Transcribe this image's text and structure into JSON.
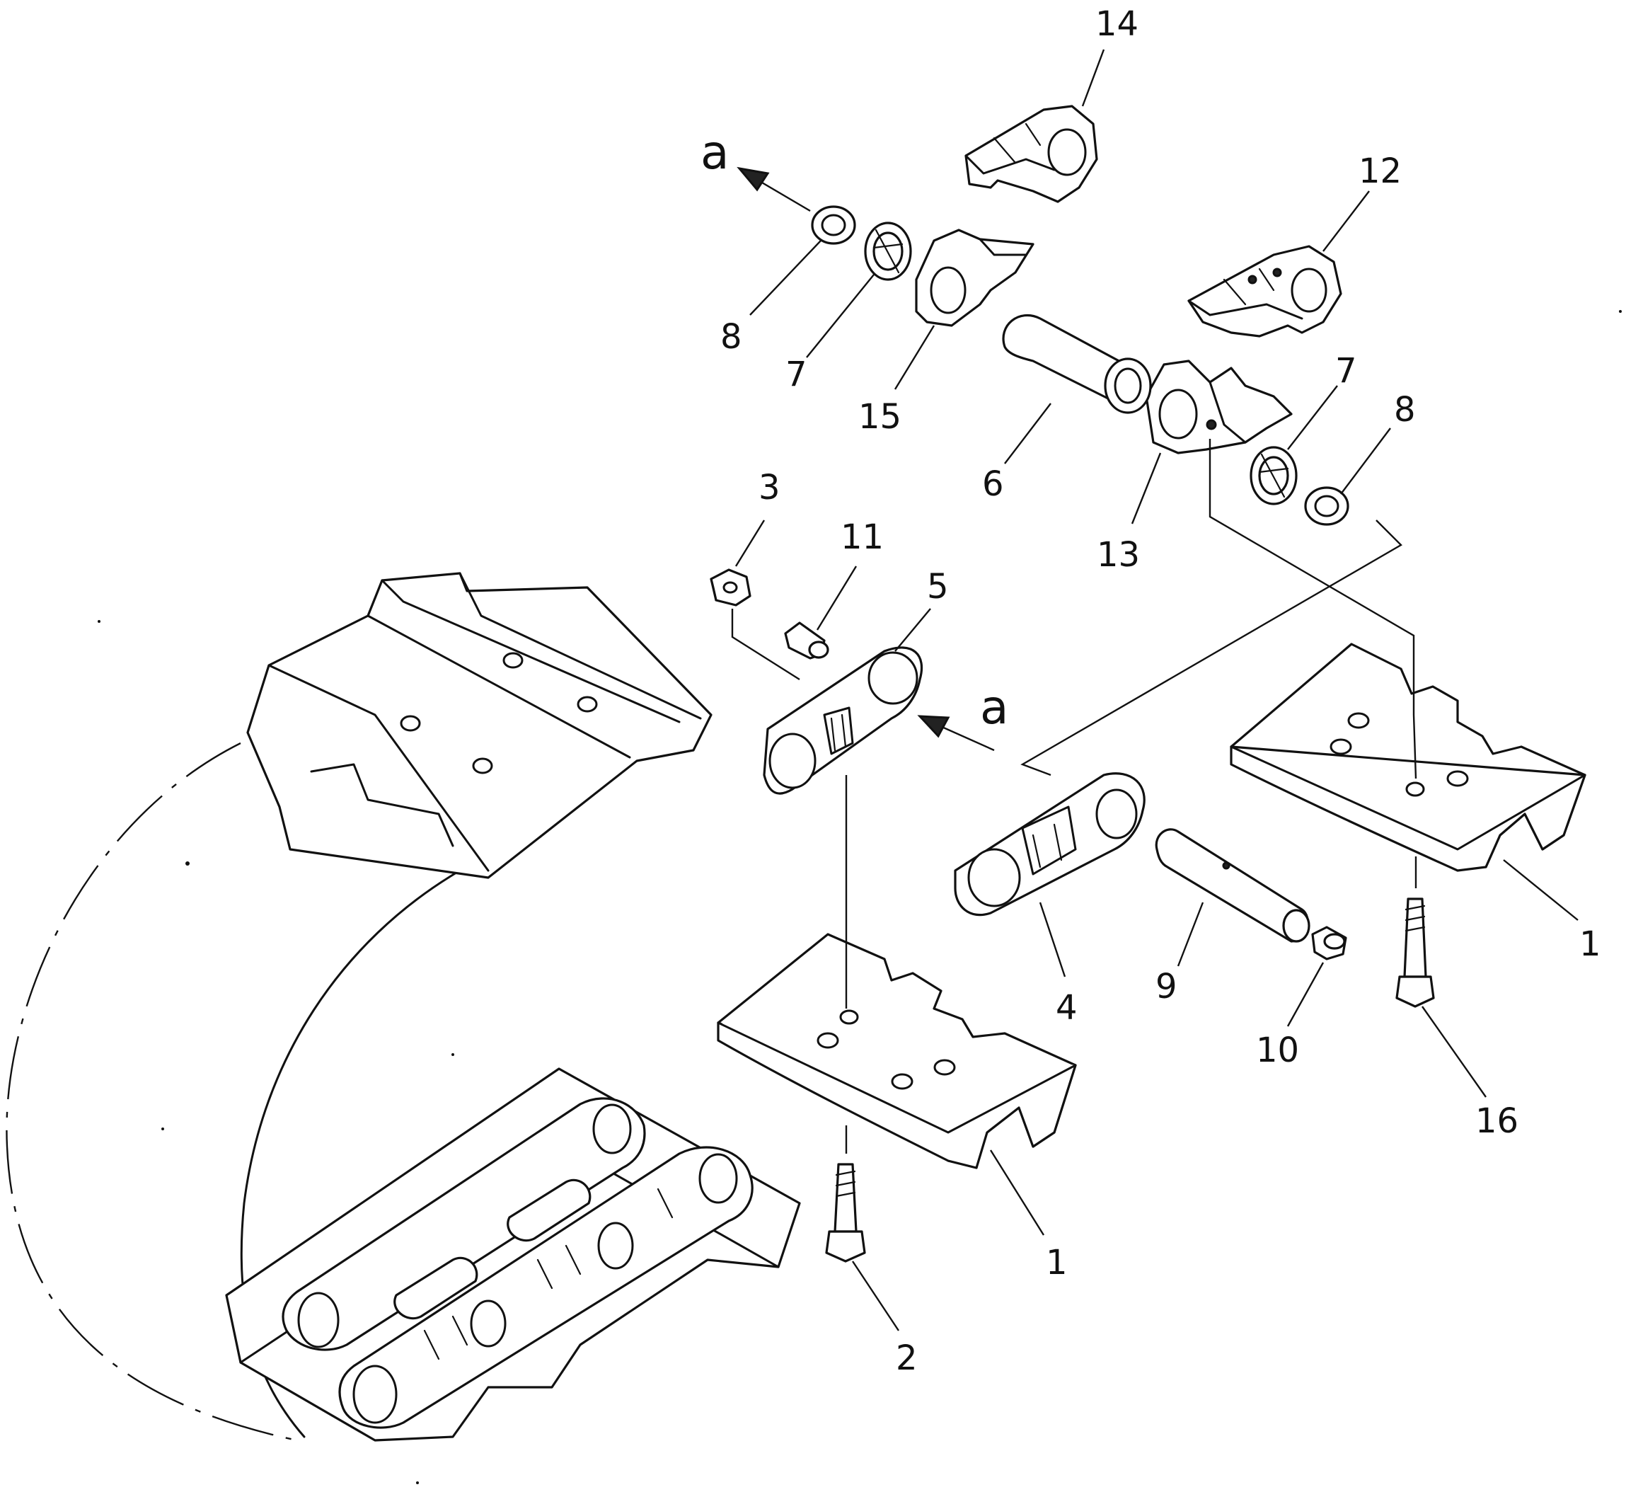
{
  "callouts": {
    "c1a": "1",
    "c1b": "1",
    "c2": "2",
    "c3": "3",
    "c4": "4",
    "c5": "5",
    "c6": "6",
    "c7a": "7",
    "c7b": "7",
    "c8a": "8",
    "c8b": "8",
    "c9": "9",
    "c10": "10",
    "c11": "11",
    "c12": "12",
    "c13": "13",
    "c14": "14",
    "c15": "15",
    "c16": "16",
    "view_a1": "a",
    "view_a2": "a"
  }
}
